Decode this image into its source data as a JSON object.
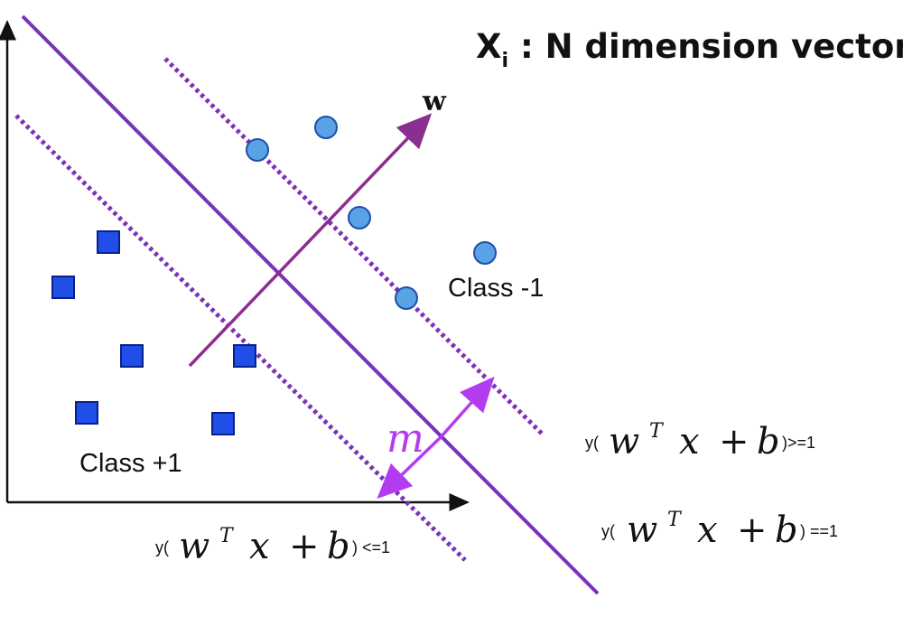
{
  "title": {
    "main": "X",
    "subscript": "i",
    "rest": " : N dimension vector"
  },
  "labels": {
    "weight_vector": "w",
    "class_neg": "Class -1",
    "class_pos": "Class +1",
    "margin": "m"
  },
  "equations": {
    "upper": {
      "prefix": "y(",
      "w": "w",
      "T": "T",
      "x": "x",
      "plus": "+",
      "b": "b",
      "suffix": ")>=1"
    },
    "middle": {
      "prefix": "y(",
      "w": "w",
      "T": "T",
      "x": "x",
      "plus": "+",
      "b": "b",
      "suffix": ") ==1"
    },
    "lower": {
      "prefix": "y(",
      "w": "w",
      "T": "T",
      "x": "x",
      "plus": "+",
      "b": "b",
      "suffix": ") <=1"
    }
  },
  "colors": {
    "hyperplane": "#7a33b8",
    "margin_lines": "#7a33b8",
    "weight_arrow": "#8a2f8f",
    "margin_arrow": "#b43cf0",
    "circle_fill": "#5aa2e6",
    "circle_stroke": "#1f4fa8",
    "square_fill": "#1f4fe8",
    "square_stroke": "#0a1f8a",
    "axes": "#111111",
    "text": "#111111"
  }
}
